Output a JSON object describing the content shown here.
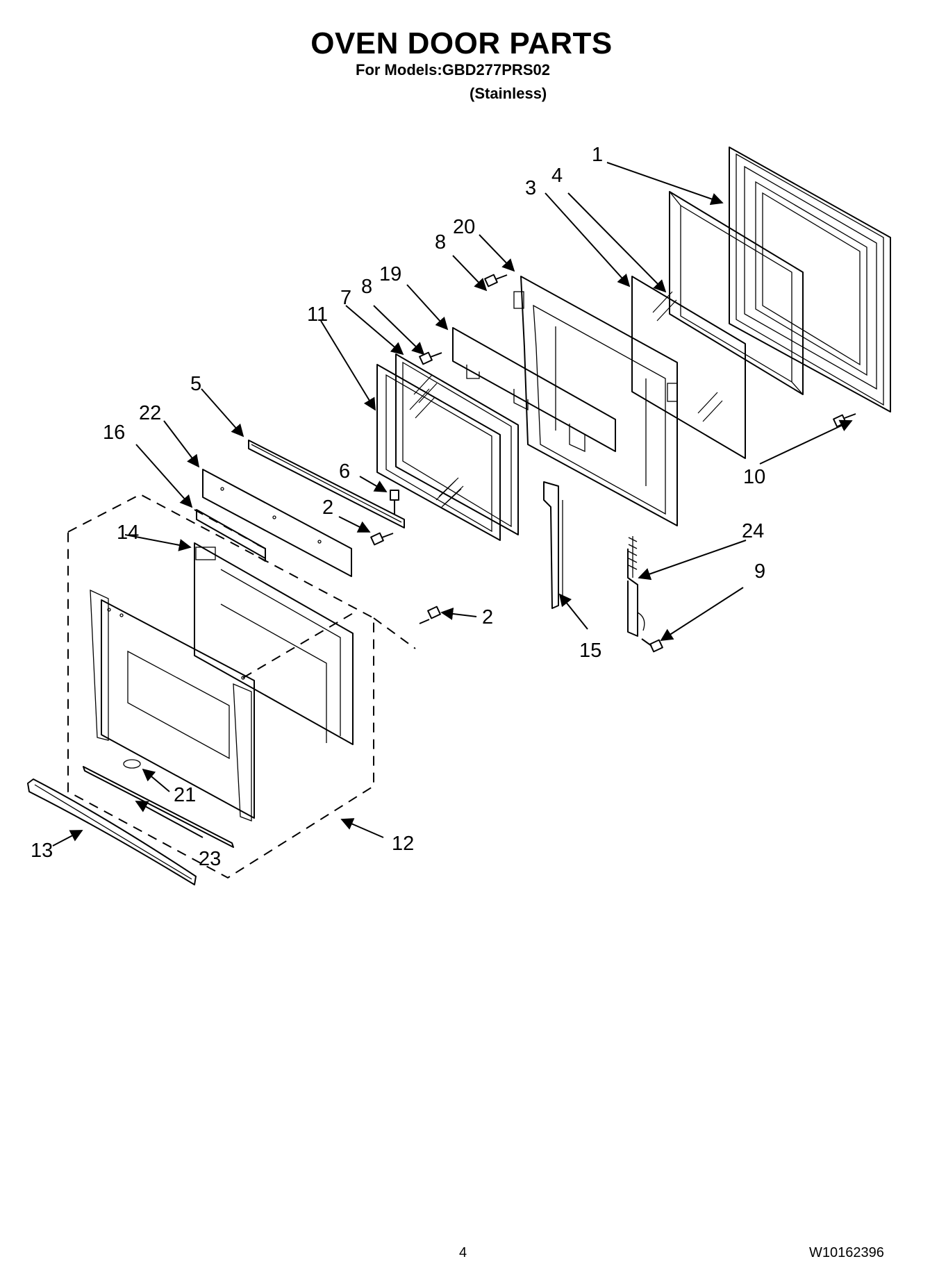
{
  "header": {
    "title": "OVEN DOOR PARTS",
    "models_line": "For Models:GBD277PRS02",
    "variant": "(Stainless)"
  },
  "callouts": [
    "1",
    "3",
    "4",
    "20",
    "8",
    "19",
    "8",
    "7",
    "11",
    "5",
    "22",
    "16",
    "6",
    "2",
    "14",
    "2",
    "10",
    "24",
    "9",
    "15",
    "21",
    "23",
    "13",
    "12"
  ],
  "footer": {
    "page_number": "4",
    "document_number": "W10162396"
  }
}
